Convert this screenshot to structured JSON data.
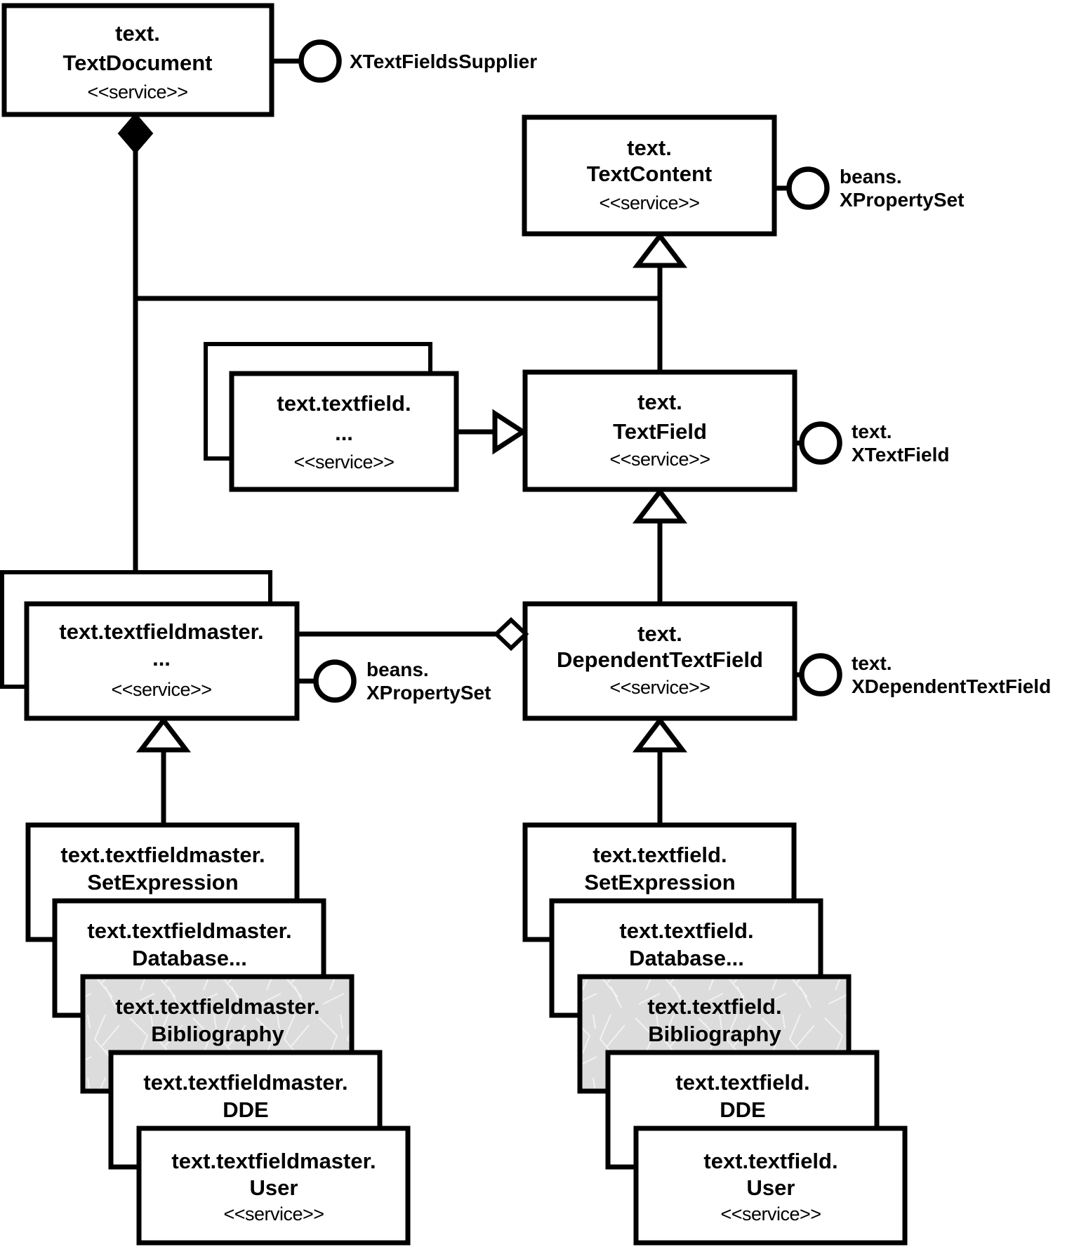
{
  "services": {
    "text_document": {
      "line1": "text.",
      "line2": "TextDocument",
      "stereotype": "<<service>>"
    },
    "text_content": {
      "line1": "text.",
      "line2": "TextContent",
      "stereotype": "<<service>>"
    },
    "text_field": {
      "line1": "text.",
      "line2": "TextField",
      "stereotype": "<<service>>"
    },
    "dependent_text_field": {
      "line1": "text.",
      "line2": "DependentTextField",
      "stereotype": "<<service>>"
    },
    "textfield_generic": {
      "line1": "text.textfield.",
      "line2": "...",
      "stereotype": "<<service>>"
    },
    "textfieldmaster_generic": {
      "line1": "text.textfieldmaster.",
      "line2": "...",
      "stereotype": "<<service>>"
    },
    "master_stack": [
      {
        "line1": "text.textfieldmaster.",
        "line2": "SetExpression"
      },
      {
        "line1": "text.textfieldmaster.",
        "line2": "Database..."
      },
      {
        "line1": "text.textfieldmaster.",
        "line2": "Bibliography"
      },
      {
        "line1": "text.textfieldmaster.",
        "line2": "DDE"
      },
      {
        "line1": "text.textfieldmaster.",
        "line2": "User",
        "stereotype": "<<service>>"
      }
    ],
    "field_stack": [
      {
        "line1": "text.textfield.",
        "line2": "SetExpression"
      },
      {
        "line1": "text.textfield.",
        "line2": "Database..."
      },
      {
        "line1": "text.textfield.",
        "line2": "Bibliography"
      },
      {
        "line1": "text.textfield.",
        "line2": "DDE"
      },
      {
        "line1": "text.textfield.",
        "line2": "User",
        "stereotype": "<<service>>"
      }
    ]
  },
  "interfaces": {
    "xtextfieldssupplier": {
      "line1": "XTextFieldsSupplier"
    },
    "beans_xpropertyset_top": {
      "line1": "beans.",
      "line2": "XPropertySet"
    },
    "text_xtextfield": {
      "line1": "text.",
      "line2": "XTextField"
    },
    "beans_xpropertyset_left": {
      "line1": "beans.",
      "line2": "XPropertySet"
    },
    "text_xdependenttextfield": {
      "line1": "text.",
      "line2": "XDependentTextField"
    }
  },
  "colors": {
    "line": "#000000",
    "box_fill": "#ffffff",
    "shaded_fill": "#dcdcdc",
    "shaded_texture": "#f2f2f2",
    "background": "#ffffff"
  }
}
